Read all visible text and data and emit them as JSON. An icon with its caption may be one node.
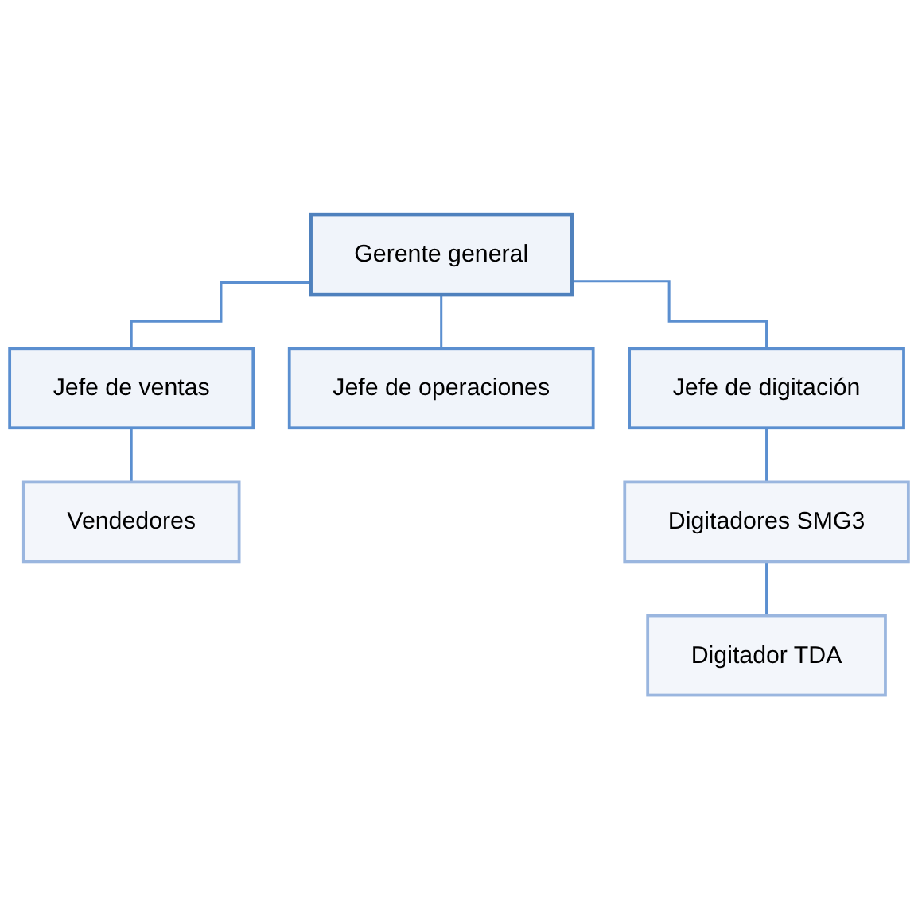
{
  "diagram": {
    "nodes": [
      {
        "text": [
          "Gerente general"
        ]
      },
      {
        "text": [
          "Jefe de ventas"
        ]
      },
      {
        "text": [
          "Jefe de operaciones"
        ]
      },
      {
        "text": [
          "Jefe de digitación"
        ]
      },
      {
        "text": [
          "Vendedores"
        ]
      },
      {
        "text": [
          "Digitadores SMG3"
        ]
      },
      {
        "text": [
          "Digitador TDA"
        ]
      }
    ],
    "edges": [
      {
        "from": 0,
        "to": 1,
        "arrow": "none"
      },
      {
        "from": 0,
        "to": 2,
        "arrow": "none"
      },
      {
        "from": 0,
        "to": 3,
        "arrow": "none"
      },
      {
        "from": 1,
        "to": 4,
        "arrow": "none"
      },
      {
        "from": 3,
        "to": 5,
        "arrow": "none"
      },
      {
        "from": 5,
        "to": 6,
        "arrow": "none"
      }
    ]
  }
}
